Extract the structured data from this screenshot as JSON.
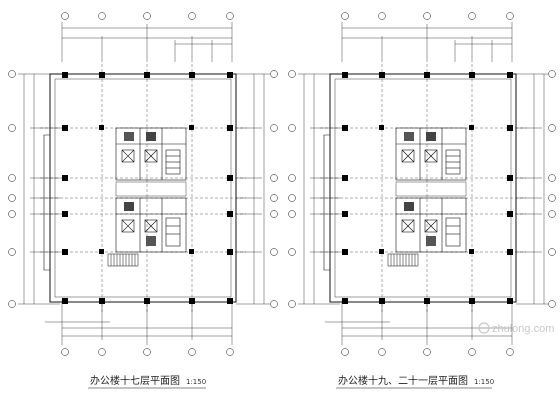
{
  "sheets": [
    {
      "title": "办公楼十七层平面图",
      "scale": "1:150"
    },
    {
      "title": "办公楼十九、二十一层平面图",
      "scale": "1:150"
    }
  ],
  "watermark": "zhulong.com",
  "colors": {
    "line": "#111111",
    "column": "#000000",
    "watermark": "#c9c9c9"
  }
}
